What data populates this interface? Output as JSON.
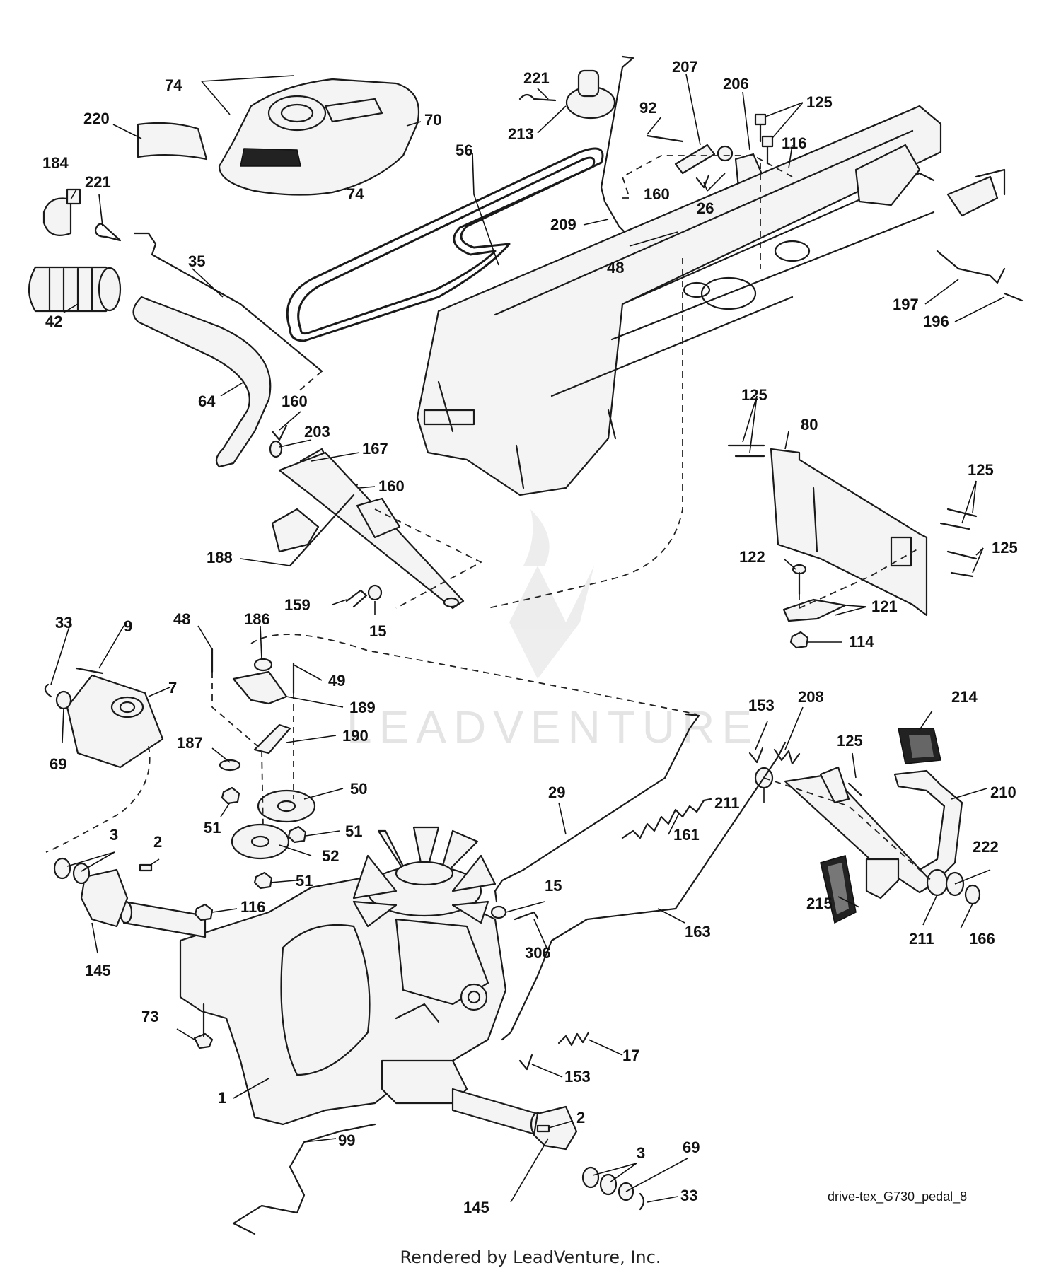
{
  "diagram": {
    "code": "drive-tex_G730_pedal_8",
    "footer": "Rendered by LeadVenture, Inc.",
    "watermark": "LEADVENTURE",
    "callouts": [
      "74",
      "74",
      "70",
      "220",
      "184",
      "221",
      "42",
      "35",
      "221",
      "213",
      "56",
      "92",
      "207",
      "206",
      "125",
      "116",
      "160",
      "26",
      "209",
      "48",
      "197",
      "196",
      "64",
      "160",
      "203",
      "167",
      "160",
      "188",
      "159",
      "15",
      "125",
      "80",
      "125",
      "125",
      "122",
      "121",
      "114",
      "33",
      "9",
      "7",
      "69",
      "48",
      "186",
      "49",
      "189",
      "190",
      "187",
      "50",
      "51",
      "51",
      "51",
      "52",
      "153",
      "208",
      "125",
      "214",
      "29",
      "161",
      "211",
      "210",
      "3",
      "2",
      "116",
      "145",
      "15",
      "306",
      "163",
      "215",
      "222",
      "211",
      "166",
      "73",
      "17",
      "153",
      "1",
      "2",
      "99",
      "3",
      "69",
      "145",
      "33"
    ]
  }
}
